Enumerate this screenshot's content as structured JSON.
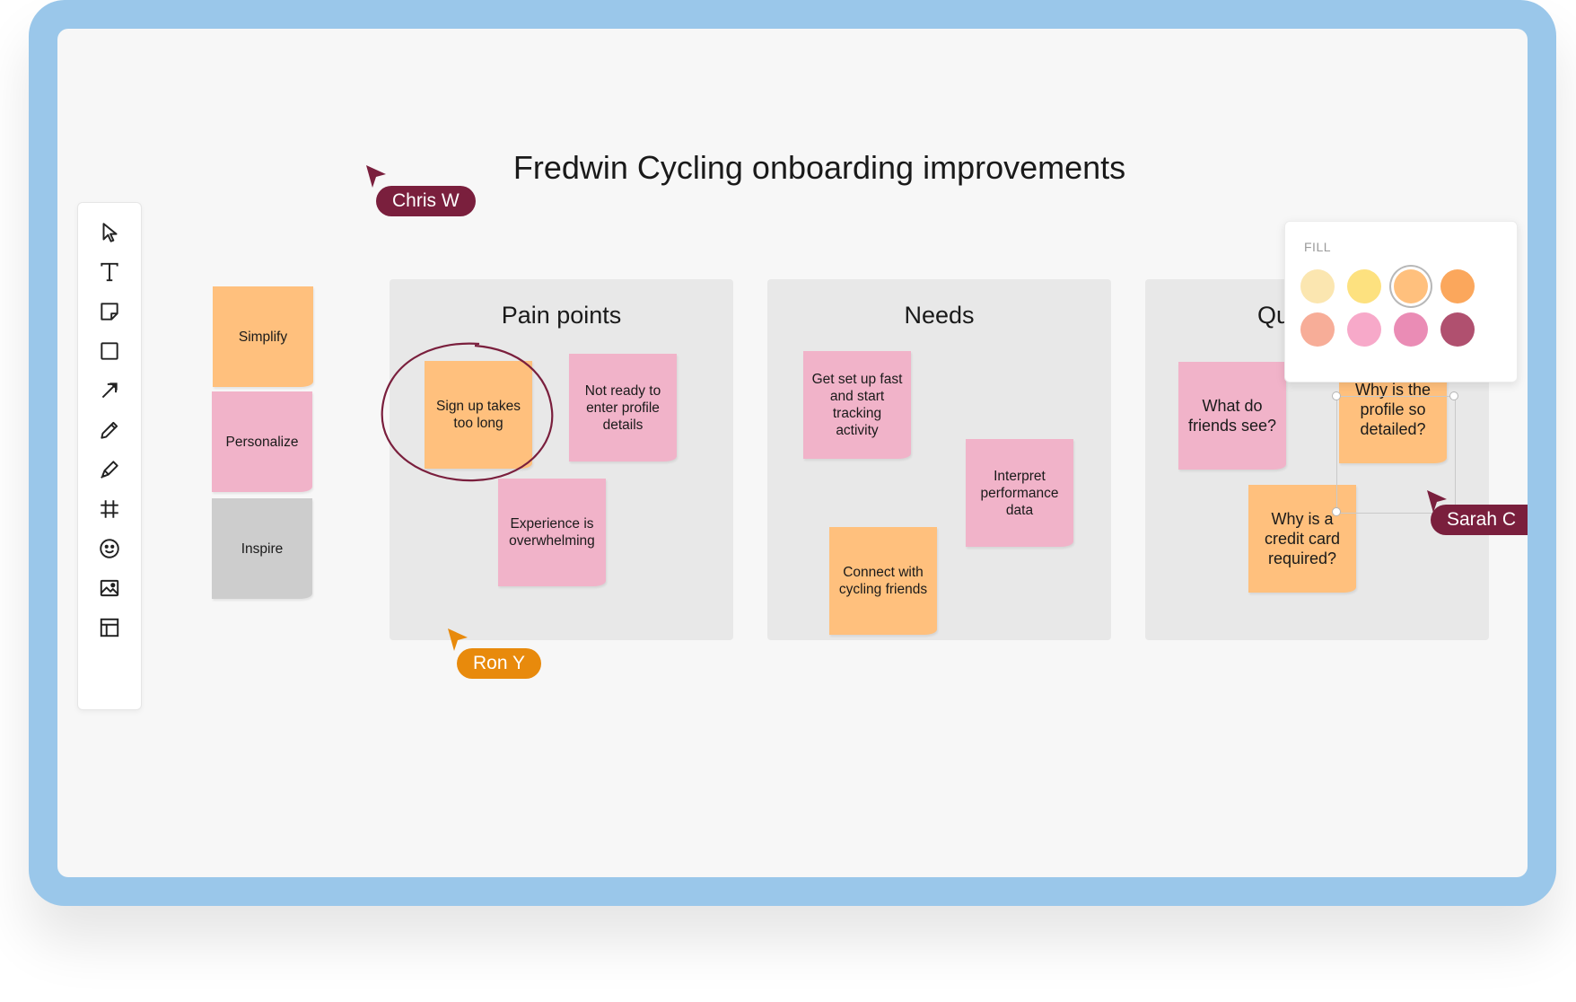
{
  "board": {
    "title": "Fredwin Cycling onboarding improvements"
  },
  "toolbar": {
    "tools": [
      {
        "name": "select",
        "icon": "pointer-icon"
      },
      {
        "name": "text",
        "icon": "text-icon"
      },
      {
        "name": "sticky-note",
        "icon": "sticky-note-icon"
      },
      {
        "name": "shape",
        "icon": "square-icon"
      },
      {
        "name": "connector",
        "icon": "arrow-icon"
      },
      {
        "name": "pen",
        "icon": "pencil-icon"
      },
      {
        "name": "highlighter",
        "icon": "marker-icon"
      },
      {
        "name": "frame",
        "icon": "hash-frame-icon"
      },
      {
        "name": "emoji",
        "icon": "smiley-icon"
      },
      {
        "name": "image",
        "icon": "image-icon"
      },
      {
        "name": "template",
        "icon": "layout-icon"
      }
    ]
  },
  "legend": {
    "simplify": "Simplify",
    "personalize": "Personalize",
    "inspire": "Inspire"
  },
  "columns": {
    "pain_points": {
      "title": "Pain points",
      "notes": {
        "sign_up": "Sign up takes too long",
        "not_ready": "Not ready to enter profile details",
        "experience": "Experience is overwhelming"
      }
    },
    "needs": {
      "title": "Needs",
      "notes": {
        "get_set_up": "Get set up fast and start tracking activity",
        "interpret": "Interpret performance data",
        "connect": "Connect with cycling friends"
      }
    },
    "questions": {
      "title": "Qu",
      "notes": {
        "friends": "What do friends see?",
        "profile": "Why is the profile so detailed?",
        "credit": "Why is a credit card required?"
      }
    }
  },
  "collaborators": {
    "chris": {
      "name": "Chris W",
      "color": "#7a1f3d"
    },
    "ron": {
      "name": "Ron Y",
      "color": "#e88a0c"
    },
    "sarah": {
      "name": "Sarah C",
      "color": "#7a1f3d"
    }
  },
  "fill_popup": {
    "label": "FILL",
    "swatches": [
      "#fbe6b0",
      "#fde17f",
      "#ffc07d",
      "#fba75c",
      "#f7ad98",
      "#f7a9c9",
      "#ea8cb5",
      "#b0506f"
    ],
    "selected": "#ffc07d"
  },
  "colors": {
    "frame": "#9ac7ea",
    "canvas": "#f7f7f7",
    "column": "#e8e8e8",
    "sticky_orange": "#ffc07d",
    "sticky_pink": "#f1b3c9",
    "sticky_gray": "#cdcdcd",
    "circle_annotation": "#7a1f3d"
  }
}
